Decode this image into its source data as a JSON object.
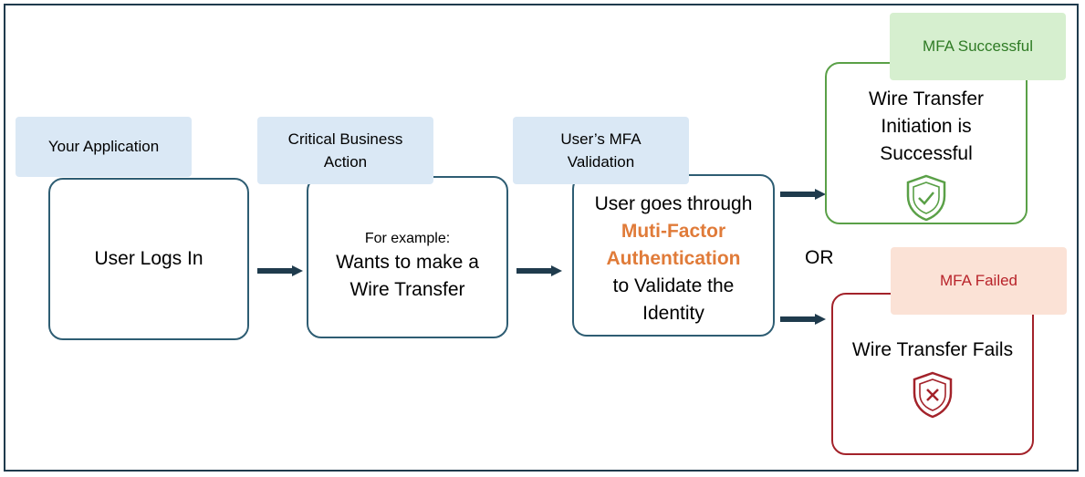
{
  "colors": {
    "frame": "#1f3b4d",
    "box_border": "#2e5d73",
    "success_border": "#5aa047",
    "fail_border": "#a3222a",
    "tag_blue": "#dae8f5",
    "tag_green": "#d6efcf",
    "tag_red": "#fbe2d6",
    "accent": "#e07b39",
    "arrow": "#1f3b4d"
  },
  "steps": [
    {
      "tag": "Your Application",
      "text": "User Logs In"
    },
    {
      "tag": "Critical Business Action",
      "prefix": "For example:",
      "text": "Wants to make a Wire Transfer"
    },
    {
      "tag": "User’s MFA Validation",
      "line1": "User goes through",
      "highlight": "Muti-Factor Authentication",
      "line2": "to Validate the Identity"
    }
  ],
  "outcomes": {
    "success": {
      "tag": "MFA Successful",
      "text": "Wire Transfer Initiation is Successful",
      "icon": "shield-check-icon"
    },
    "or_label": "OR",
    "fail": {
      "tag": "MFA Failed",
      "text": "Wire Transfer Fails",
      "icon": "shield-x-icon"
    }
  }
}
